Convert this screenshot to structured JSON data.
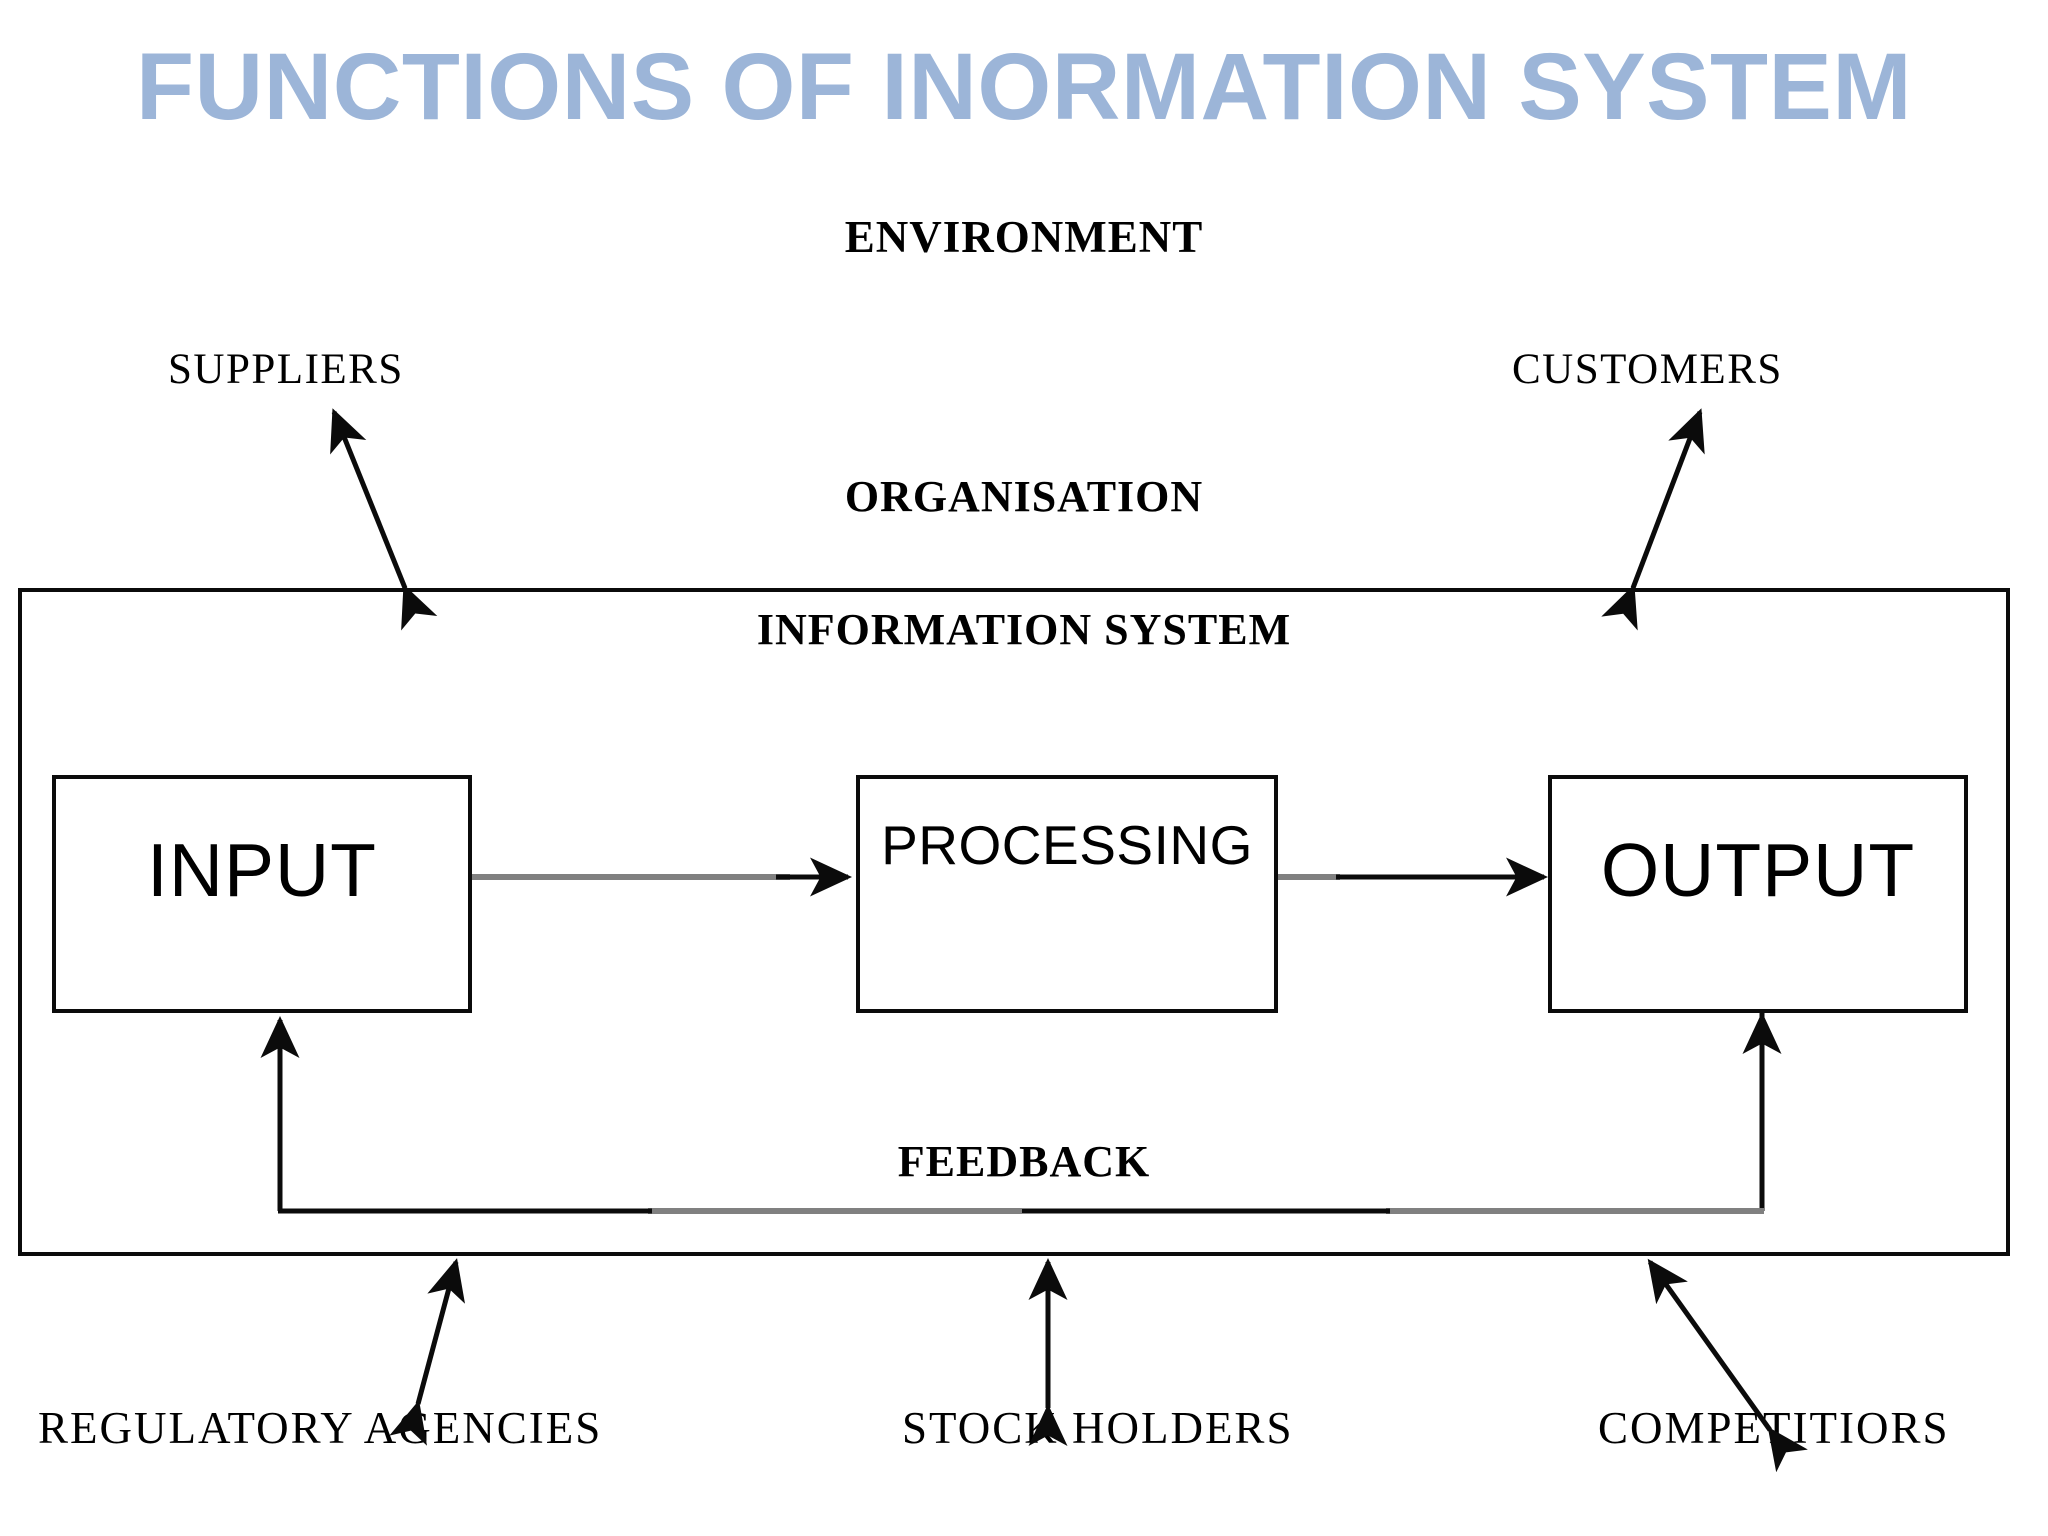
{
  "slide": {
    "title": "FUNCTIONS OF INORMATION SYSTEM",
    "title_color": "#9CB5D8",
    "background_color": "#FFFFFF",
    "line_color": "#000000"
  },
  "labels": {
    "environment": "ENVIRONMENT",
    "organisation": "ORGANISATION",
    "information_system": "INFORMATION  SYSTEM",
    "suppliers": "SUPPLIERS",
    "customers": "CUSTOMERS",
    "feedback": "FEEDBACK",
    "regulatory_agencies": "REGULATORY  AGENCIES",
    "stock_holders": "STOCK  HOLDERS",
    "competitiors": "COMPETITIORS"
  },
  "process_boxes": [
    {
      "id": "input",
      "label": "INPUT"
    },
    {
      "id": "processing",
      "label": "PROCESSING"
    },
    {
      "id": "output",
      "label": "OUTPUT"
    }
  ],
  "connectors": [
    {
      "name": "input-to-processing",
      "type": "single-arrow",
      "direction": "right"
    },
    {
      "name": "processing-to-output",
      "type": "single-arrow",
      "direction": "right"
    },
    {
      "name": "output-to-feedback-to-input",
      "type": "single-arrow",
      "direction": "left-up"
    },
    {
      "name": "suppliers-link",
      "type": "double-arrow",
      "direction": "diagonal-up-left"
    },
    {
      "name": "customers-link",
      "type": "double-arrow",
      "direction": "diagonal-up-right"
    },
    {
      "name": "regulatory-agencies-link",
      "type": "double-arrow",
      "direction": "diagonal-down-left"
    },
    {
      "name": "stock-holders-link",
      "type": "double-arrow",
      "direction": "vertical"
    },
    {
      "name": "competitiors-link",
      "type": "double-arrow",
      "direction": "diagonal-down-right"
    }
  ]
}
